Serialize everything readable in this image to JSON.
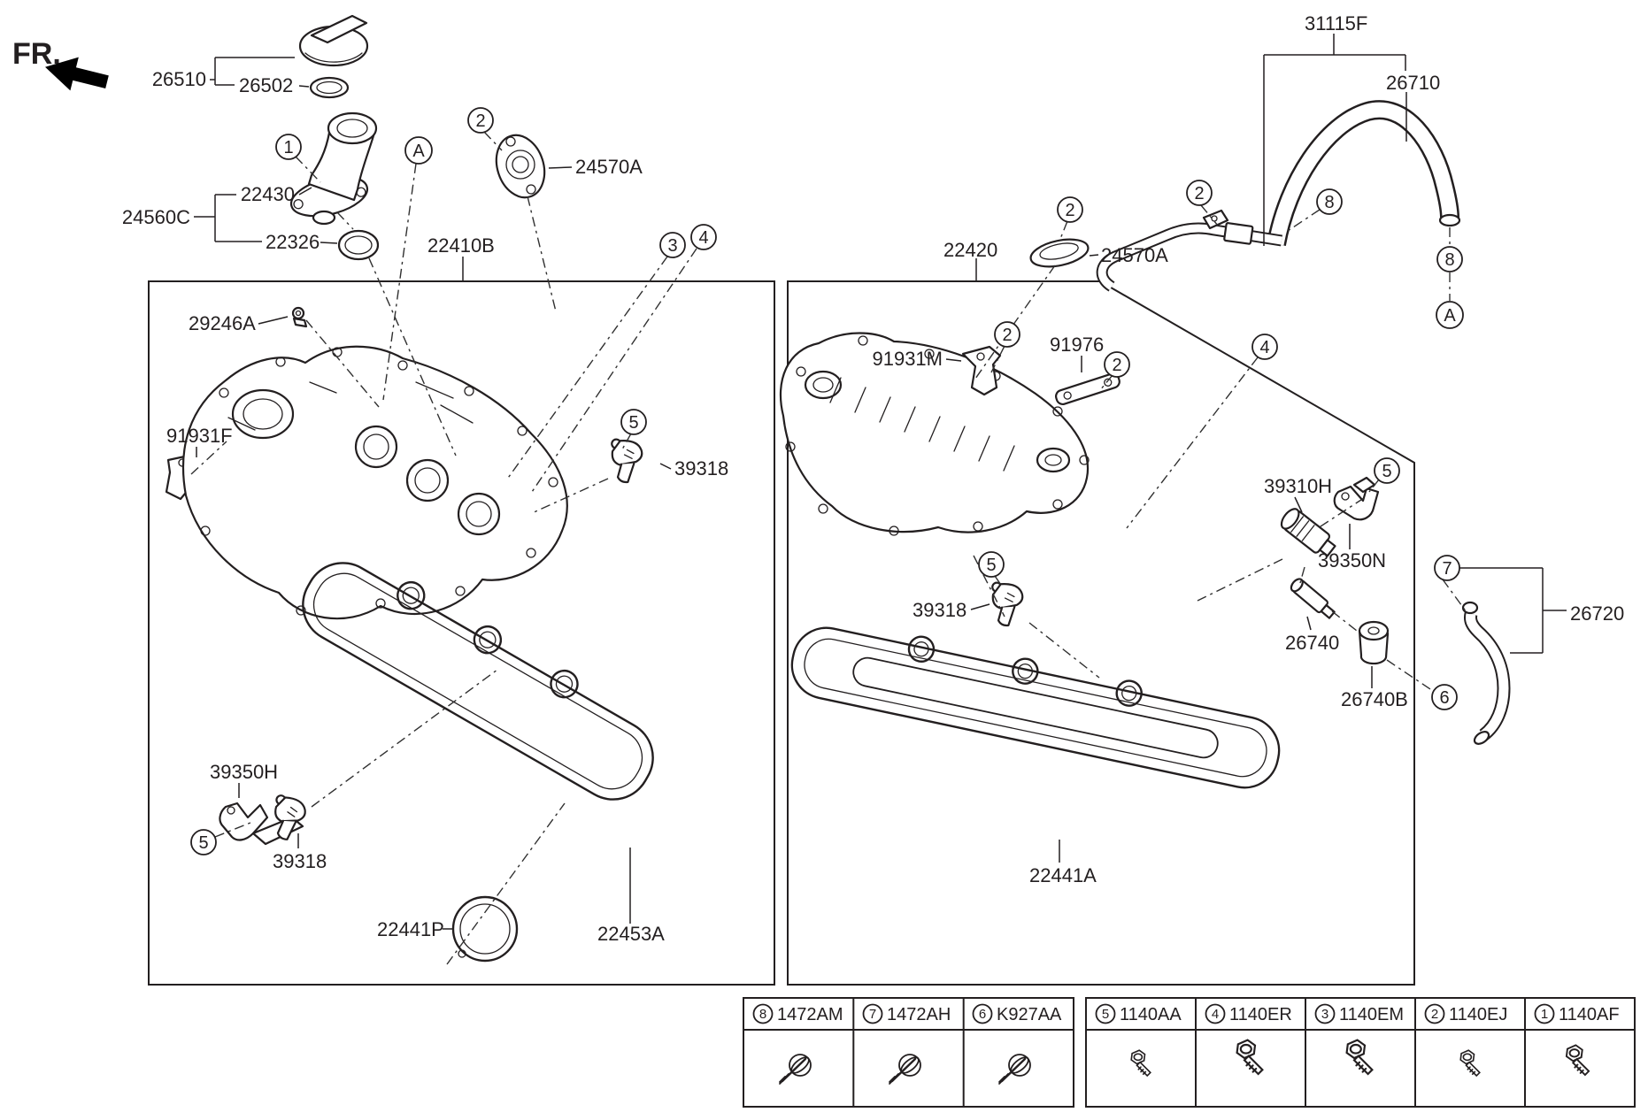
{
  "page": {
    "fr_label": "FR."
  },
  "labels": {
    "l_26510": "26510",
    "l_26502": "26502",
    "l_22430": "22430",
    "l_24560C": "24560C",
    "l_22326": "22326",
    "l_22410B": "22410B",
    "l_29246A": "29246A",
    "l_91931F": "91931F",
    "l_24570A_left": "24570A",
    "l_39318_left_top": "39318",
    "l_39350H": "39350H",
    "l_39318_left_bottom": "39318",
    "l_22441P": "22441P",
    "l_22453A": "22453A",
    "l_22420": "22420",
    "l_24570A_right": "24570A",
    "l_91931M": "91931M",
    "l_91976": "91976",
    "l_39310H": "39310H",
    "l_39350N": "39350N",
    "l_39318_right": "39318",
    "l_26740": "26740",
    "l_26740B": "26740B",
    "l_26720": "26720",
    "l_22441A": "22441A",
    "l_31115F": "31115F",
    "l_26710": "26710"
  },
  "callouts": {
    "c1": "1",
    "c2": "2",
    "c3": "3",
    "c4": "4",
    "c5": "5",
    "c6": "6",
    "c7": "7",
    "c8": "8",
    "cA": "A"
  },
  "legend": {
    "left": [
      {
        "num": "8",
        "code": "1472AM",
        "icon": "clamp-icon"
      },
      {
        "num": "7",
        "code": "1472AH",
        "icon": "clamp-icon"
      },
      {
        "num": "6",
        "code": "K927AA",
        "icon": "clamp-icon"
      }
    ],
    "right": [
      {
        "num": "5",
        "code": "1140AA",
        "icon": "bolt-icon"
      },
      {
        "num": "4",
        "code": "1140ER",
        "icon": "bolt-icon"
      },
      {
        "num": "3",
        "code": "1140EM",
        "icon": "bolt-icon"
      },
      {
        "num": "2",
        "code": "1140EJ",
        "icon": "bolt-icon"
      },
      {
        "num": "1",
        "code": "1140AF",
        "icon": "bolt-icon"
      }
    ]
  },
  "colors": {
    "line": "#231f20",
    "background": "#ffffff"
  }
}
